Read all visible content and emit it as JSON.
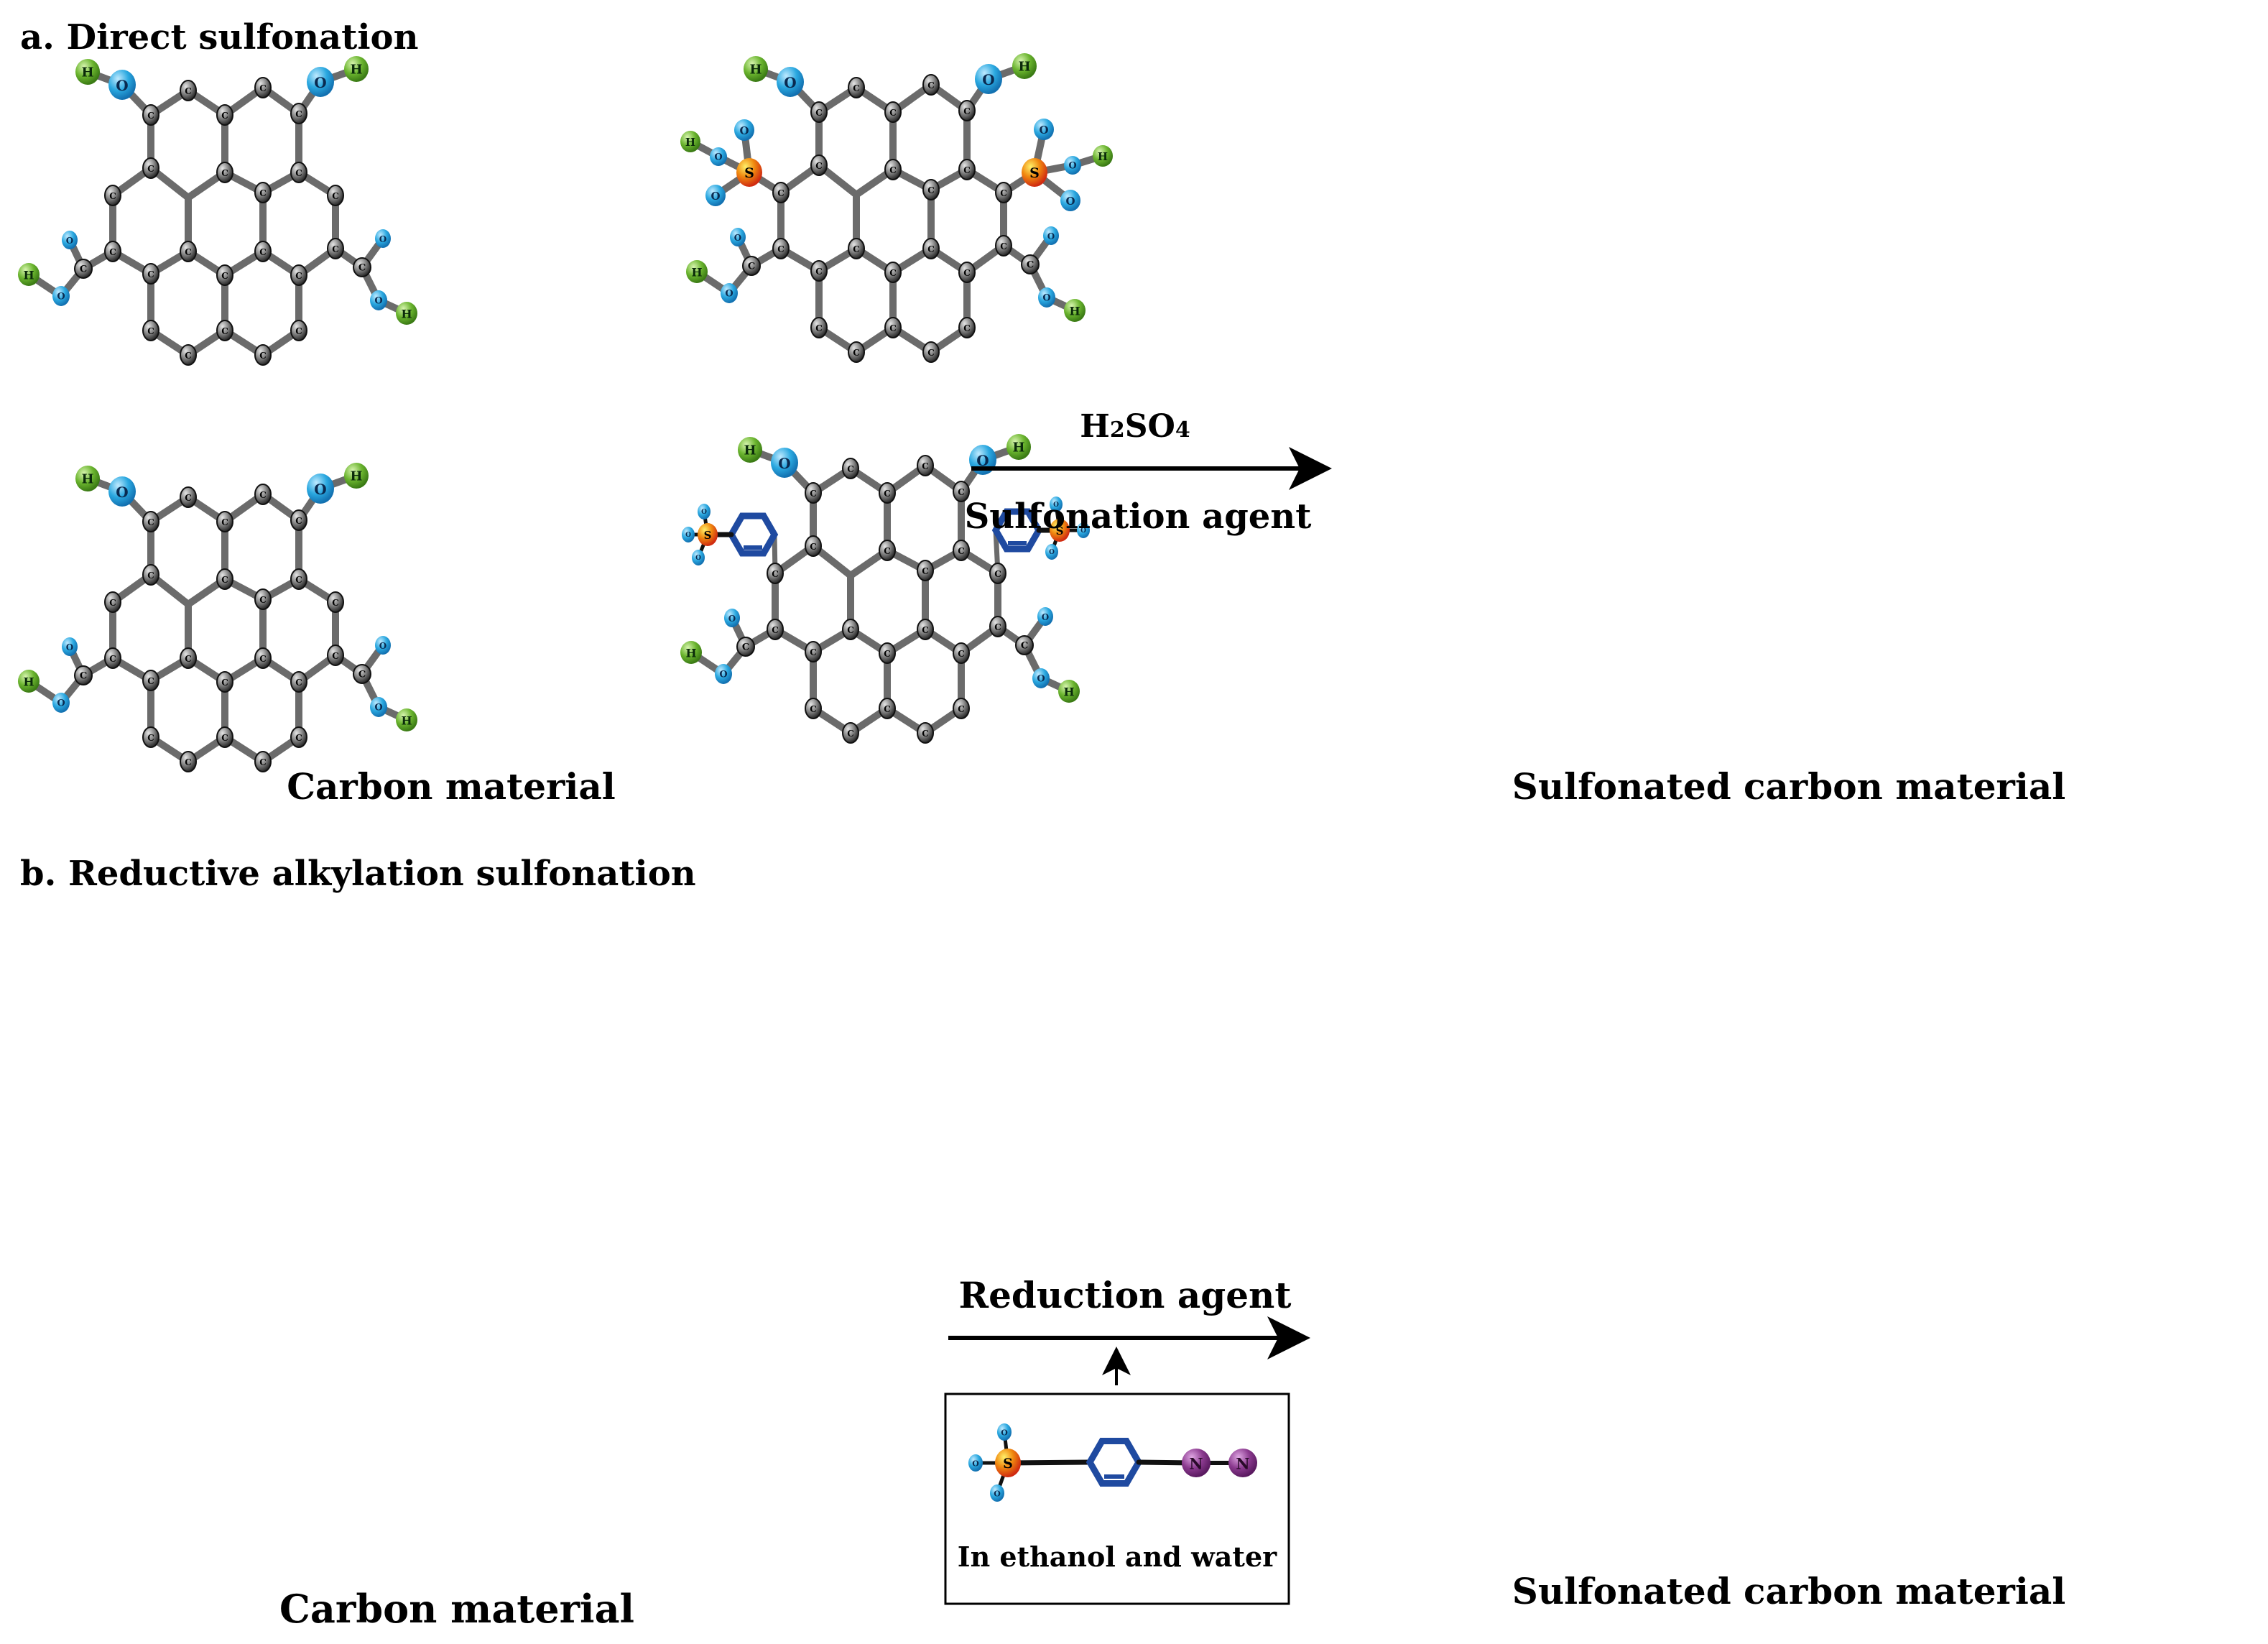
{
  "panel_a": {
    "title": "a. Direct sulfonation",
    "left_label": "Carbon material",
    "right_label": "Sulfonated carbon material",
    "reagent": "H2SO4",
    "reagent_main": "H",
    "reagent_sub1": "2",
    "reagent_mid": "SO",
    "reagent_sub2": "4",
    "reagent_caption": "Sulfonation agent"
  },
  "panel_b": {
    "title": "b. Reductive alkylation sulfonation",
    "left_label": "Carbon material",
    "right_label": "Sulfonated carbon material",
    "reagent_caption": "Reduction agent",
    "box_caption": "In ethanol and water"
  },
  "atoms": {
    "C": "C",
    "O": "O",
    "H": "H",
    "S": "S",
    "N": "N"
  },
  "colors": {
    "carbon": "#555555",
    "oxygen": "#2aa8e0",
    "hydrogen": "#6ab42e",
    "sulfur": "#f08a10",
    "nitrogen": "#8b3a8f",
    "benzene": "#1f4aa0",
    "bond": "#6b6b6b"
  }
}
